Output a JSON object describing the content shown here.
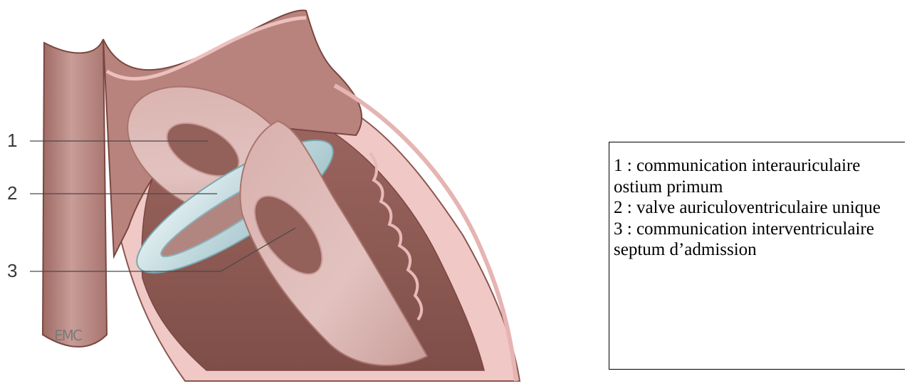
{
  "figure": {
    "callouts": [
      {
        "number": "1"
      },
      {
        "number": "2"
      },
      {
        "number": "3"
      }
    ],
    "logo": "EMC",
    "colors": {
      "tissue": "#c2938f",
      "tissue_light": "#e0bcb8",
      "tissue_dark": "#8a5650",
      "septum": "#d9b5b2",
      "valve": "#c9dfe3",
      "endocardium": "#f1c9c8"
    }
  },
  "legend": {
    "items": [
      {
        "text": "1 : communication interauriculaire ostium primum"
      },
      {
        "text": "2 : valve auriculoventriculaire unique"
      },
      {
        "text": "3 : communication interventriculaire septum d’admission"
      }
    ]
  }
}
